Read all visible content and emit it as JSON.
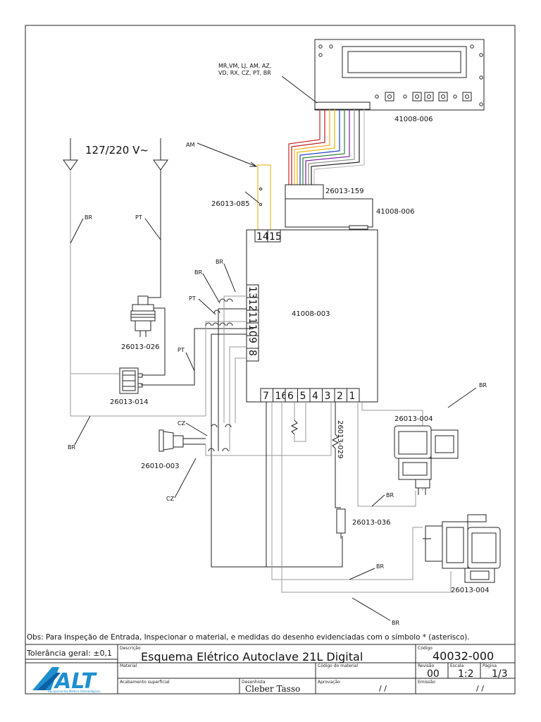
{
  "connector": {
    "colors_line1": "MR,VM, LJ, AM, AZ,",
    "colors_line2": "VD, RX, CZ, PT, BR"
  },
  "supply": {
    "voltage": "127/220 V~"
  },
  "wire_labels": {
    "am": "AM",
    "br": "BR",
    "pt": "PT",
    "cz": "CZ"
  },
  "parts": {
    "display": "41008-006",
    "harness": "26013-159",
    "interface": "41008-006",
    "switch": "26013-085",
    "board": "41008-003",
    "plug_socket": "26013-026",
    "fuse_holder": "26013-014",
    "indicator": "26010-003",
    "valve_top": "26013-004",
    "valve_bottom": "26013-004",
    "resistor": "26013-029",
    "fuse": "26013-036"
  },
  "board_pins": {
    "top": [
      "14",
      "15"
    ],
    "side": [
      "13",
      "12",
      "11",
      "10",
      "9",
      "8"
    ],
    "bottom": [
      "7",
      "16",
      "6",
      "5",
      "4",
      "3",
      "2",
      "1"
    ]
  },
  "wire_colors": [
    "#c62828",
    "#b71c1c",
    "#f9a825",
    "#e8b800",
    "#1e3fbf",
    "#2e7d32",
    "#7b1fa2",
    "#8d8d8d",
    "#222222",
    "#bdbdbd"
  ],
  "note": "Obs: Para Inspeção de Entrada, Inspecionar o material, e medidas do desenho evidenciadas com o símbolo * (asterisco).",
  "title_block": {
    "tolerance": "Tolerância geral: ±0,1",
    "desc_caption": "Descrição",
    "description": "Esquema Elétrico Autoclave 21L Digital",
    "code_caption": "Código",
    "code": "40032-000",
    "material_caption": "Material",
    "material_code_caption": "Código do material",
    "revision_caption": "Revisão",
    "revision": "00",
    "scale_caption": "Escala",
    "scale": "1:2",
    "page_caption": "Página",
    "page": "1/3",
    "finish_caption": "Acabamento superficial",
    "drawn_caption": "Desenhista",
    "drawn_by": "Cleber Tasso",
    "approval_caption": "Aprovação",
    "approval_date": "/     /",
    "emission_caption": "Emissão",
    "emission_date": "/     /",
    "logo_text": "ALT",
    "logo_sub": "Equipamentos Médico-Odontológicos"
  }
}
